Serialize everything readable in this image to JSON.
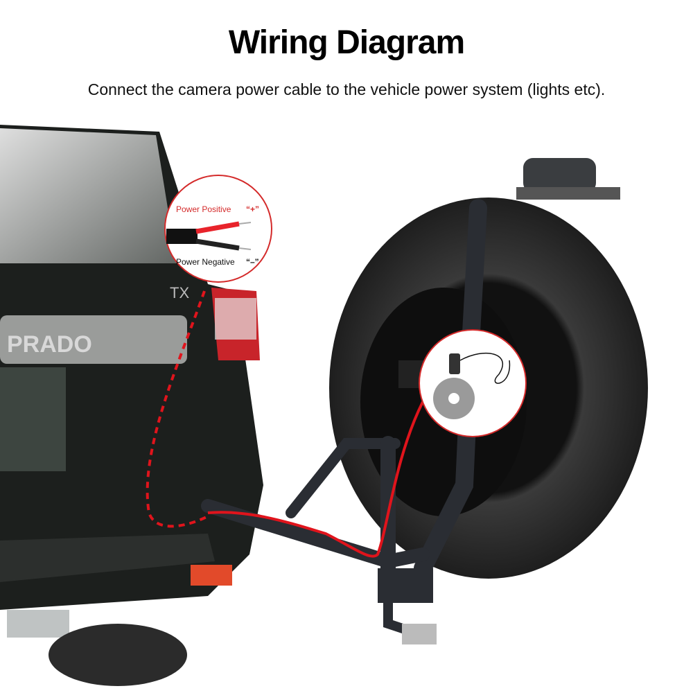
{
  "header": {
    "title": "Wiring Diagram",
    "subtitle": "Connect the camera power cable to the vehicle power system (lights etc)."
  },
  "callout_cable": {
    "positive_label": "Power Positive",
    "positive_sign": "“+”",
    "negative_label": "Power Negative",
    "negative_sign": "“–”"
  },
  "vehicle": {
    "badge": "PRADO",
    "model": "TX"
  },
  "colors": {
    "wire": "#e0141c",
    "callout_border": "#d42a2a",
    "car": "#1c1f1d",
    "tire": "#2a2a2a"
  }
}
